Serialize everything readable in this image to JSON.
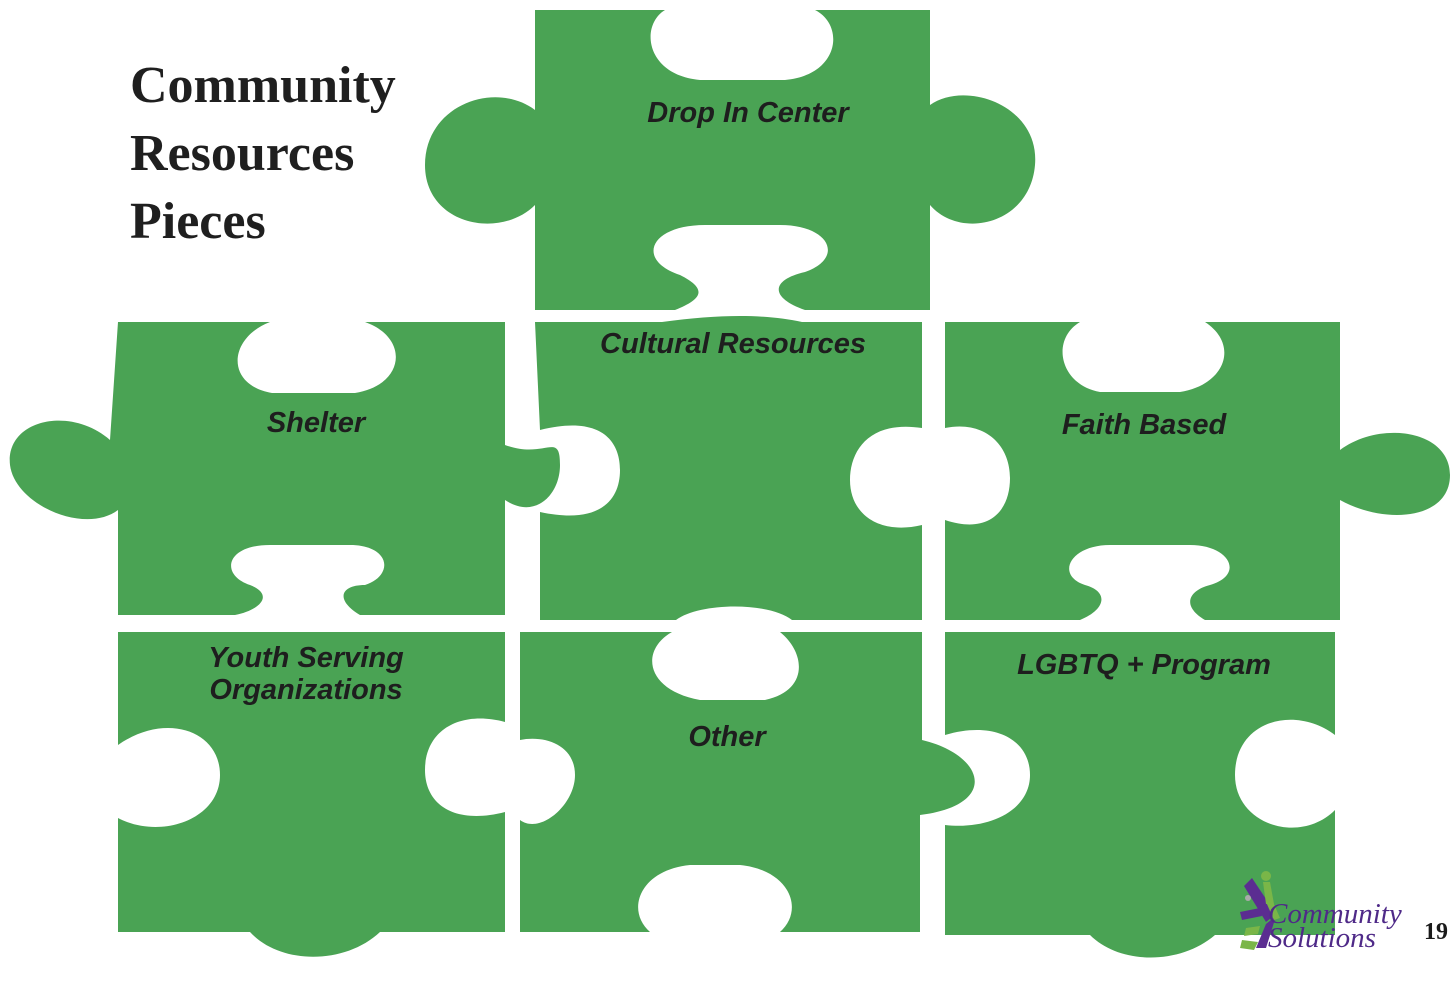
{
  "title": {
    "line1": "Community",
    "line2": "Resources",
    "line3": "Pieces"
  },
  "pieces": [
    {
      "label": "Drop In Center"
    },
    {
      "label": "Cultural Resources"
    },
    {
      "label": "Shelter"
    },
    {
      "label": "Faith Based"
    },
    {
      "label": "Youth Serving Organizations",
      "lines": [
        "Youth Serving",
        "Organizations"
      ]
    },
    {
      "label": "Other"
    },
    {
      "label": "LGBTQ + Program"
    }
  ],
  "logo": {
    "line1": "Community",
    "line2": "Solutions",
    "icon": "people-figures-icon"
  },
  "page_number": "19",
  "colors": {
    "piece_fill": "#4aa354",
    "title_text": "#1f1f1f",
    "logo_purple": "#5b2d91",
    "logo_green": "#7ab648"
  }
}
